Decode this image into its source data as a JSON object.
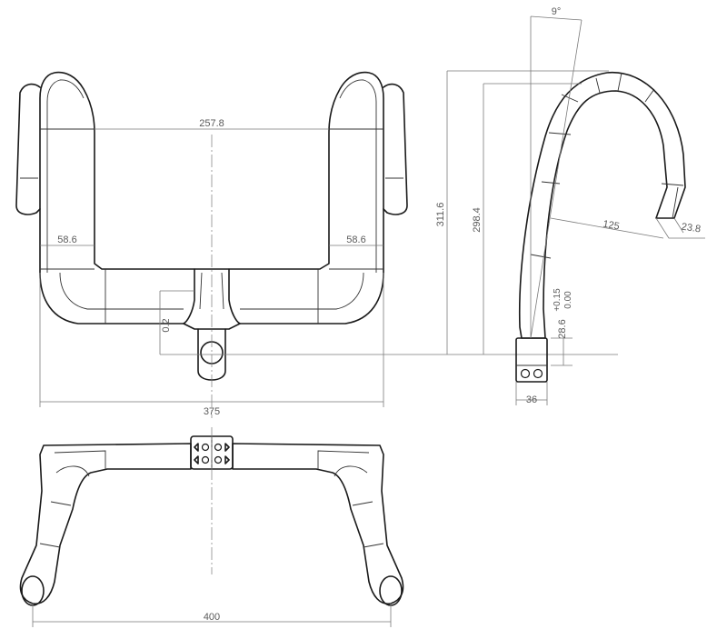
{
  "dimensions": {
    "inner_width": "257.8",
    "drop_left": "58.6",
    "drop_right": "58.6",
    "height_total": "311.6",
    "height_inner": "298.4",
    "offset": "0.2",
    "width_top": "375",
    "width_bottom": "400",
    "reach": "125",
    "end_dia": "23.8",
    "clamp_dia": "28.6",
    "clamp_tol_upper": "+0.15",
    "clamp_tol_lower": "0.00",
    "clamp_width": "36",
    "flare_angle": "9°"
  },
  "colors": {
    "outline": "#1a1a1a",
    "dimension": "#7a7a7a",
    "background": "#ffffff"
  }
}
